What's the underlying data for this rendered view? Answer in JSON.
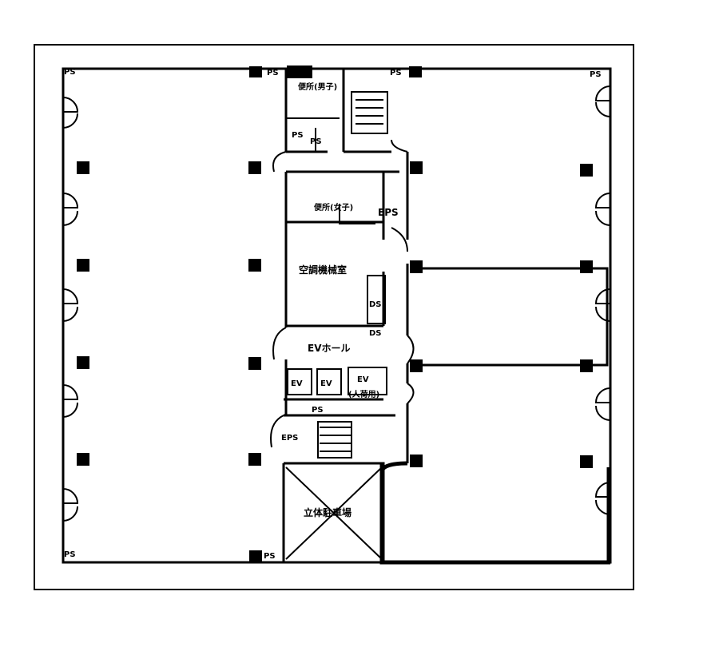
{
  "plan": {
    "ps_label": "PS",
    "eps_label": "EPS",
    "ds_label": "DS",
    "toilet_men": "便所(男子)",
    "toilet_women": "便所(女子)",
    "machine_room": "空調機械室",
    "ev_hall": "EVホール",
    "ev": "EV",
    "ev_freight_line1": "EV",
    "ev_freight_line2": "(人荷用)",
    "parking": "立体駐車場"
  },
  "colors": {
    "line": "#000000",
    "background": "#ffffff"
  }
}
